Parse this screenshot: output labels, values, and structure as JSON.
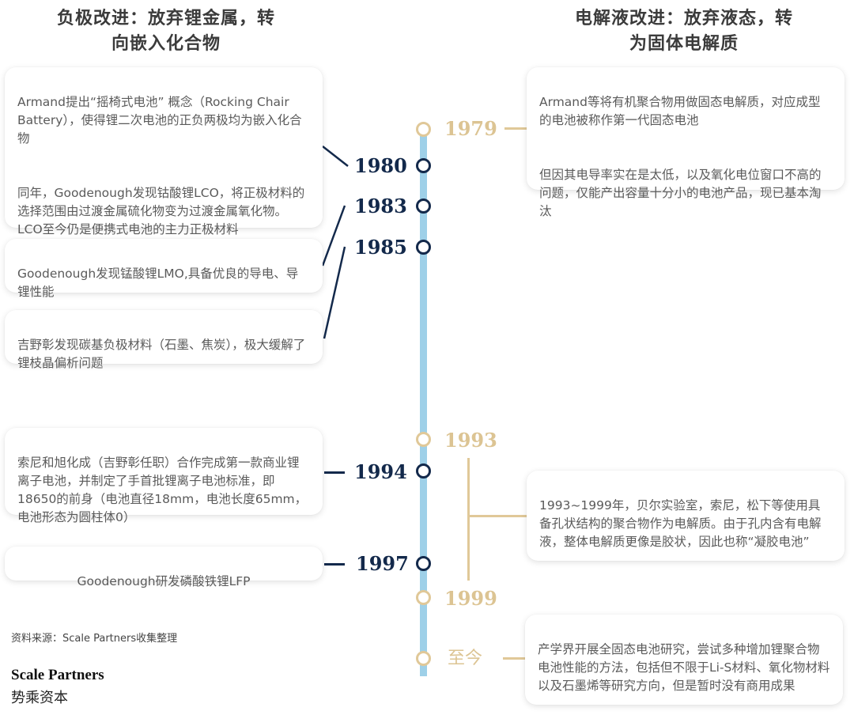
{
  "headings": {
    "left": "负极改进：放弃锂金属，转\n向嵌入化合物",
    "right": "电解液改进：放弃液态，转\n为固体电解质"
  },
  "left_events": [
    {
      "year": "1980",
      "paragraphs": [
        "Armand提出“摇椅式电池” 概念（Rocking Chair Battery），使得锂二次电池的正负两极均为嵌入化合物",
        "同年，Goodenough发现钴酸锂LCO，将正极材料的选择范围由过渡金属硫化物变为过渡金属氧化物。LCO至今仍是便携式电池的主力正极材料"
      ]
    },
    {
      "year": "1983",
      "paragraphs": [
        "Goodenough发现锰酸锂LMO,具备优良的导电、导锂性能"
      ]
    },
    {
      "year": "1985",
      "paragraphs": [
        "吉野彰发现碳基负极材料（石墨、焦炭），极大缓解了锂枝晶偏析问题"
      ]
    },
    {
      "year": "1994",
      "paragraphs": [
        "索尼和旭化成（吉野彰任职）合作完成第一款商业锂离子电池，并制定了手首批锂离子电池标准，即18650的前身（电池直径18mm，电池长度65mm，电池形态为圆柱体0）"
      ]
    },
    {
      "year": "1997",
      "paragraphs": [
        "Goodenough研发磷酸铁锂LFP"
      ]
    }
  ],
  "right_events": [
    {
      "year": "1979",
      "paragraphs": [
        "Armand等将有机聚合物用做固态电解质，对应成型的电池被称作第一代固态电池",
        "但因其电导率实在是太低，以及氧化电位窗口不高的问题，仅能产出容量十分小的电池产品，现已基本淘汰"
      ]
    },
    {
      "year": "1993",
      "paragraphs": []
    },
    {
      "year": "1999",
      "paragraphs": [
        "1993~1999年，贝尔实验室，索尼，松下等使用具备孔状结构的聚合物作为电解质。由于孔内含有电解液，整体电解质更像是胶状，因此也称“凝胶电池”"
      ]
    },
    {
      "year": "至今",
      "paragraphs": [
        "产学界开展全固态电池研究，尝试多种增加锂聚合物电池性能的方法，包括但不限于Li-S材料、氧化物材料以及石墨烯等研究方向，但是暂时没有商用成果"
      ]
    }
  ],
  "footer": {
    "source": "资料来源：Scale Partners收集整理",
    "brand_en": "Scale Partners",
    "brand_cn": "势乘资本"
  },
  "colors": {
    "navy": "#13294b",
    "gold": "#e0c898",
    "spine": "#9ed0e8"
  }
}
